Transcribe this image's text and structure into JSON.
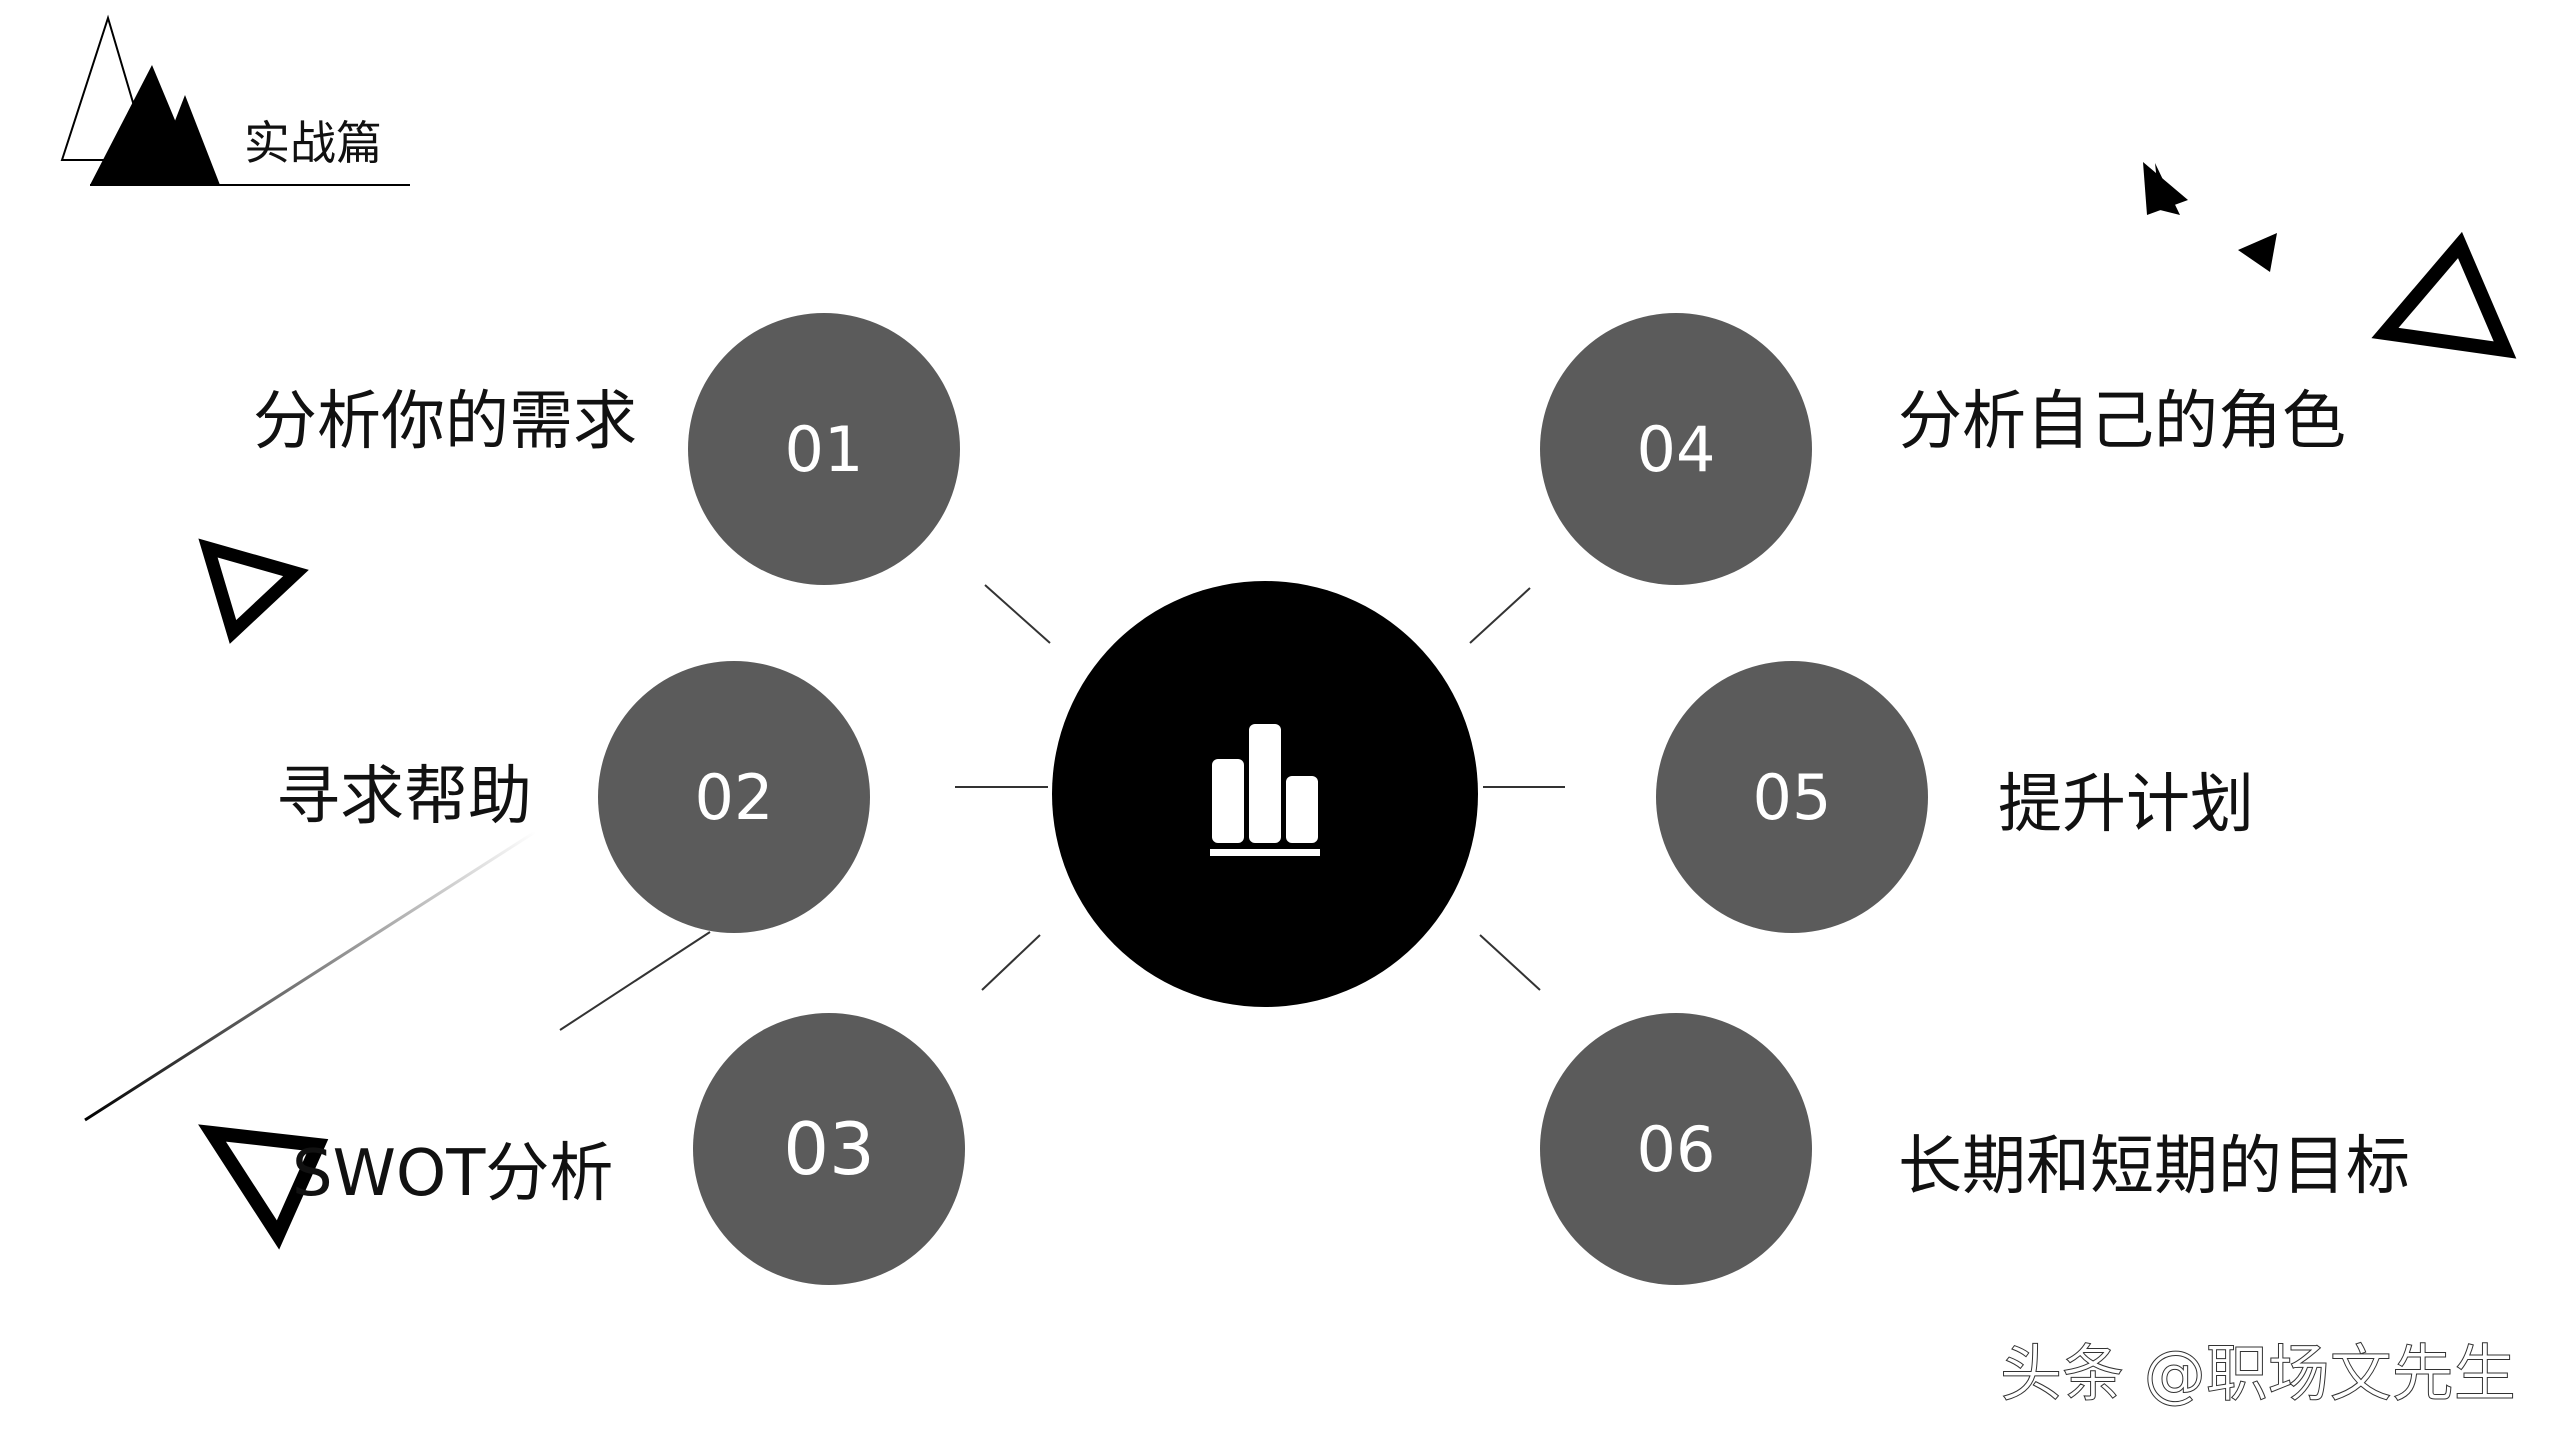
{
  "header": {
    "title": "实战篇"
  },
  "center": {
    "icon": "bar-chart-icon"
  },
  "nodes": [
    {
      "number": "01",
      "label": "分析你的需求"
    },
    {
      "number": "02",
      "label": "寻求帮助"
    },
    {
      "number": "03",
      "label": "SWOT分析"
    },
    {
      "number": "04",
      "label": "分析自己的角色"
    },
    {
      "number": "05",
      "label": "提升计划"
    },
    {
      "number": "06",
      "label": "长期和短期的目标"
    }
  ],
  "watermark": "头条 @职场文先生",
  "colors": {
    "node_fill": "#5b5b5b",
    "center_fill": "#000000",
    "text": "#111111",
    "background": "#ffffff"
  }
}
